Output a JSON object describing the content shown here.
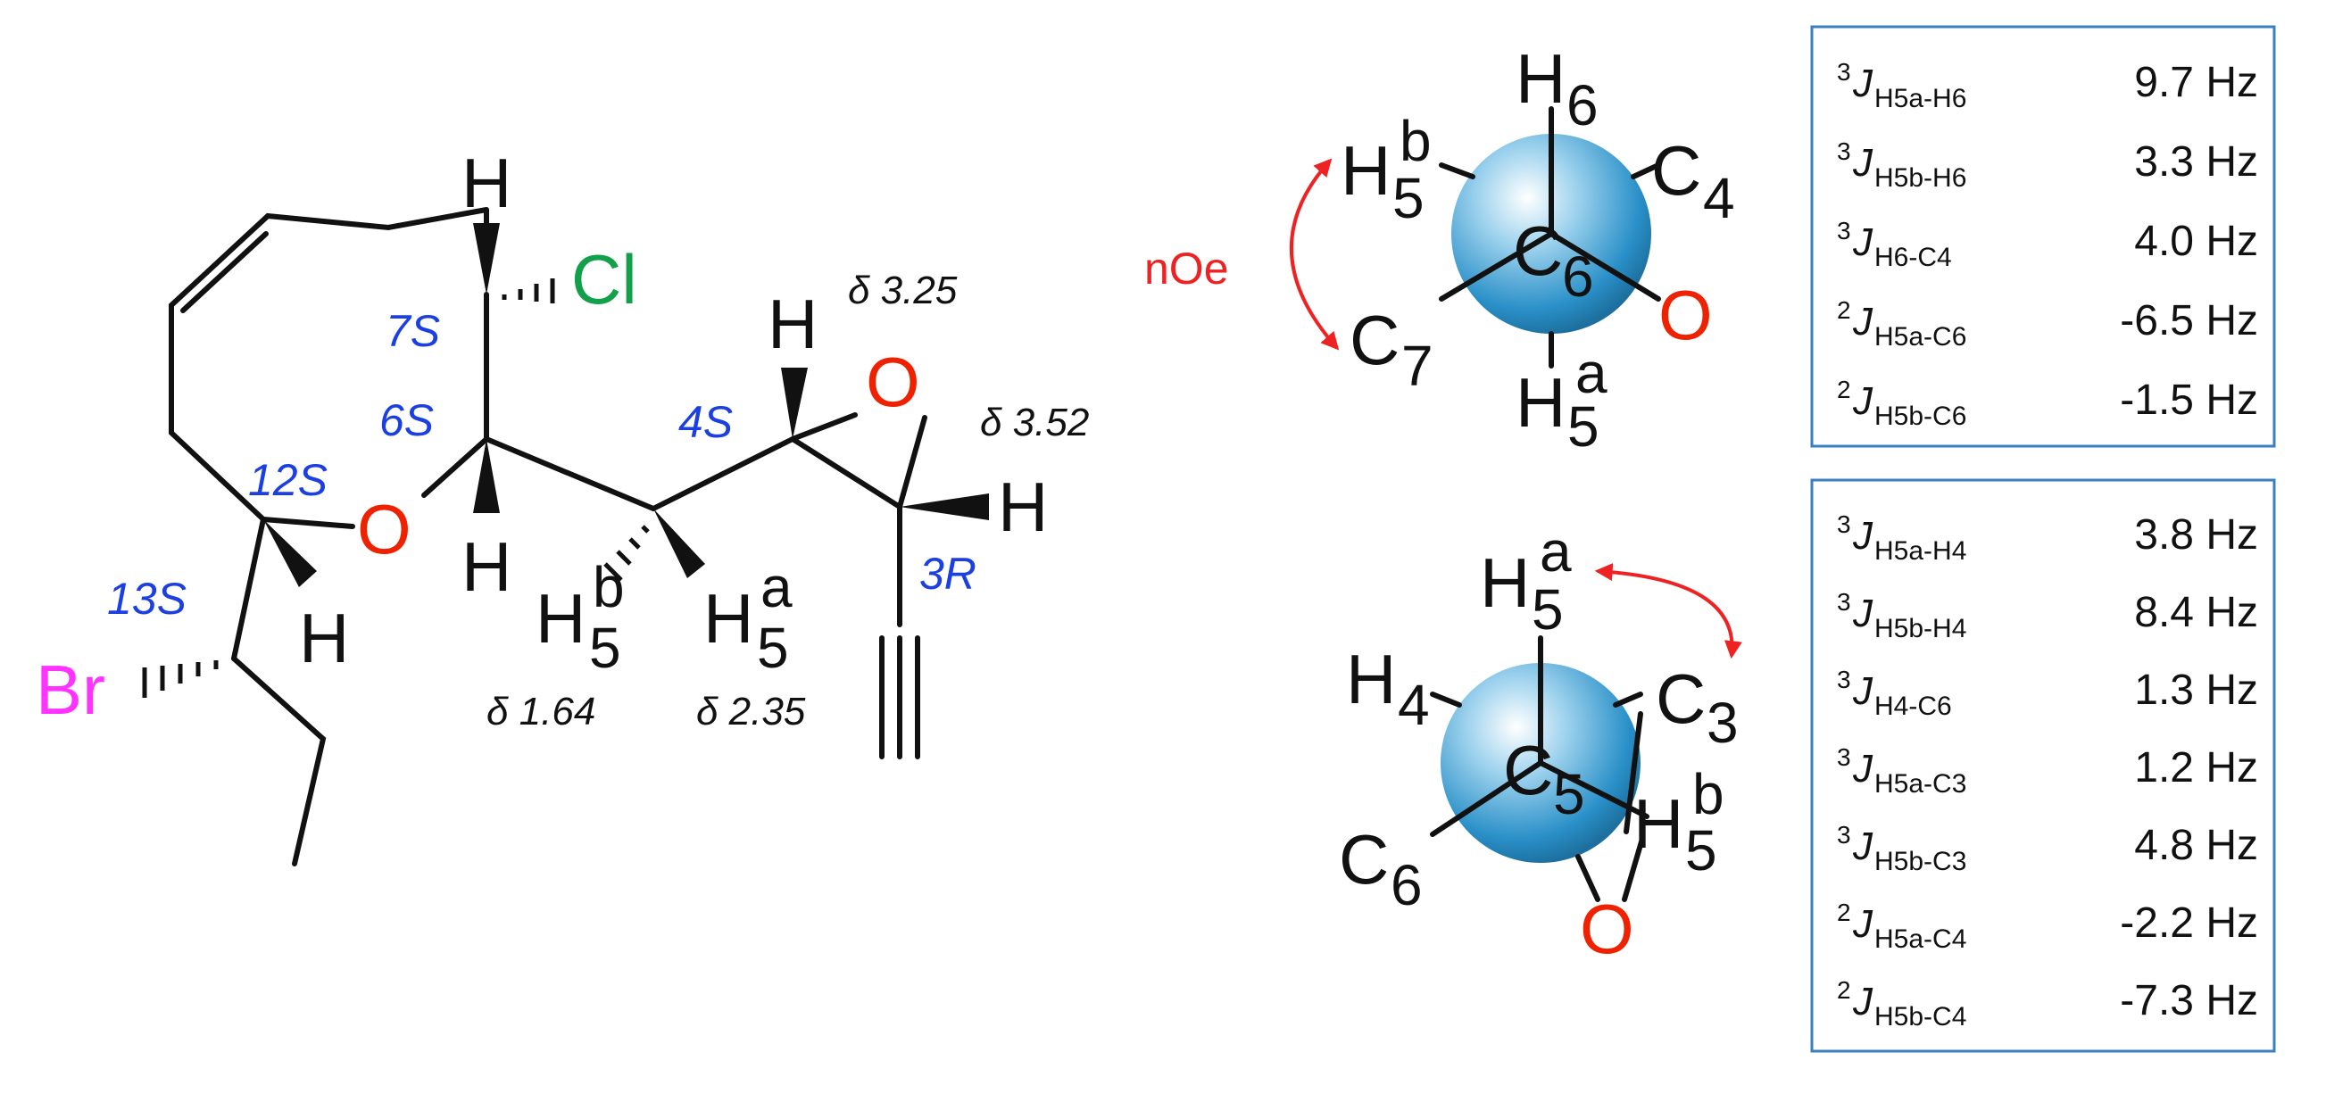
{
  "molecule": {
    "atoms": {
      "h_top": "H",
      "cl": "Cl",
      "o_ring": "O",
      "h_c6": "H",
      "h_c12": "H",
      "br": "Br",
      "h_c4": "H",
      "o_epoxide": "O",
      "h_c3": "H",
      "h5b": "H",
      "h5b_sub": "5",
      "h5b_sup": "b",
      "h5a": "H",
      "h5a_sub": "5",
      "h5a_sup": "a"
    },
    "stereo_labels": {
      "c7": "7S",
      "c6": "6S",
      "c12": "12S",
      "c13": "13S",
      "c4": "4S",
      "c3": "3R"
    },
    "shifts": {
      "c4": "δ 3.25",
      "c3": "δ 3.52",
      "h5b": "δ 1.64",
      "h5a": "δ 2.35"
    }
  },
  "newman_top": {
    "noe_label": "nOe",
    "h6": "H",
    "h6_sub": "6",
    "h5b": "H",
    "h5b_sub": "5",
    "h5b_sup": "b",
    "c4": "C",
    "c4_sub": "4",
    "center": "C",
    "center_sub": "6",
    "c7": "C",
    "c7_sub": "7",
    "o": "O",
    "h5a": "H",
    "h5a_sub": "5",
    "h5a_sup": "a"
  },
  "newman_bottom": {
    "h5a": "H",
    "h5a_sub": "5",
    "h5a_sup": "a",
    "h4": "H",
    "h4_sub": "4",
    "c3": "C",
    "c3_sub": "3",
    "center": "C",
    "center_sub": "5",
    "h5b": "H",
    "h5b_sub": "5",
    "h5b_sup": "b",
    "c6": "C",
    "c6_sub": "6",
    "o": "O"
  },
  "table_top": [
    {
      "order": "3",
      "sym": "J",
      "sub": "H5a-H6",
      "value": "9.7 Hz"
    },
    {
      "order": "3",
      "sym": "J",
      "sub": "H5b-H6",
      "value": "3.3 Hz"
    },
    {
      "order": "3",
      "sym": "J",
      "sub": "H6-C4",
      "value": "4.0 Hz"
    },
    {
      "order": "2",
      "sym": "J",
      "sub": "H5a-C6",
      "value": "-6.5 Hz"
    },
    {
      "order": "2",
      "sym": "J",
      "sub": "H5b-C6",
      "value": "-1.5 Hz"
    }
  ],
  "table_bottom": [
    {
      "order": "3",
      "sym": "J",
      "sub": "H5a-H4",
      "value": "3.8 Hz"
    },
    {
      "order": "3",
      "sym": "J",
      "sub": "H5b-H4",
      "value": "8.4 Hz"
    },
    {
      "order": "3",
      "sym": "J",
      "sub": "H4-C6",
      "value": "1.3 Hz"
    },
    {
      "order": "3",
      "sym": "J",
      "sub": "H5a-C3",
      "value": "1.2 Hz"
    },
    {
      "order": "3",
      "sym": "J",
      "sub": "H5b-C3",
      "value": "4.8 Hz"
    },
    {
      "order": "2",
      "sym": "J",
      "sub": "H5a-C4",
      "value": "-2.2 Hz"
    },
    {
      "order": "2",
      "sym": "J",
      "sub": "H5b-C4",
      "value": "-7.3 Hz"
    }
  ],
  "colors": {
    "stereo_label": "#1b3fe0",
    "chlorine": "#12a04a",
    "bromine": "#ff33ff",
    "oxygen": "#ee2200",
    "noe_arrow": "#ee2222",
    "table_border": "#3a7fc0",
    "sphere": "#2a90c8"
  }
}
